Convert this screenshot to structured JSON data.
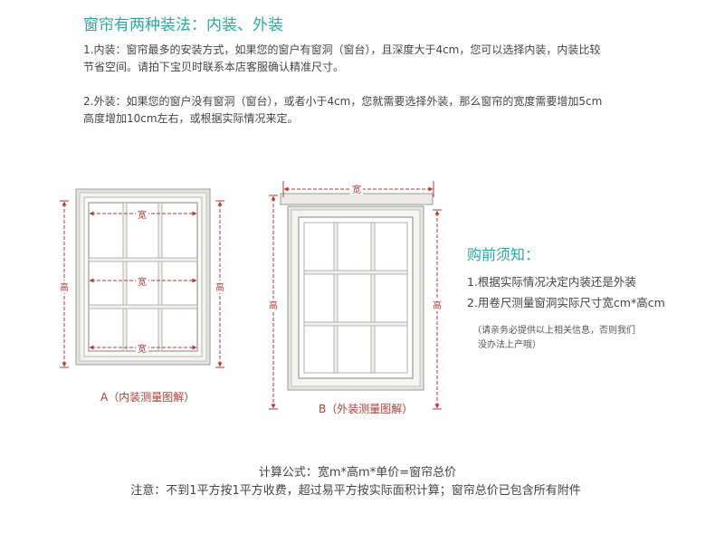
{
  "header": {
    "title": "窗帘有两种装法：内装、外装"
  },
  "inner_install": {
    "lines": [
      "1.内装：窗帘最多的安装方式，如果您的窗户有窗洞（窗台），且深度大于4cm，您可以选择内装，内装比较",
      "节省空间。请拍下宝贝时联系本店客服确认精准尺寸。"
    ]
  },
  "outer_install": {
    "lines": [
      "2.外装：如果您的窗户没有窗洞（窗台），或者小于4cm，您就需要选择外装，那么窗帘的宽度需要增加5cm",
      "高度增加10cm左右，或根据实际情况来定。"
    ]
  },
  "diagram_a": {
    "width_label": "宽",
    "height_label": "高",
    "caption": "A（内装测量图解）"
  },
  "diagram_b": {
    "width_label": "宽",
    "height_label": "高",
    "caption": "B（外装测量图解）"
  },
  "notice": {
    "title": "购前须知：",
    "items": [
      "1.根据实际情况决定内装还是外装",
      "2.用卷尺测量窗洞实际尺寸宽cm*高cm"
    ],
    "small_lines": [
      "（请亲务必提供以上相关信息，否则我们",
      "没办法上产哦）"
    ]
  },
  "formula": {
    "line1": "计算公式：宽m*高m*单价=窗帘总价",
    "line2": "注意：不到1平方按1平方收费，超过易平方按实际面积计算；窗帘总价已包含所有附件"
  },
  "colors": {
    "accent": "#2aa9a1",
    "measure": "#b23a3a",
    "frame": "#d9d9d4",
    "frame_edge": "#8f8f8f"
  }
}
